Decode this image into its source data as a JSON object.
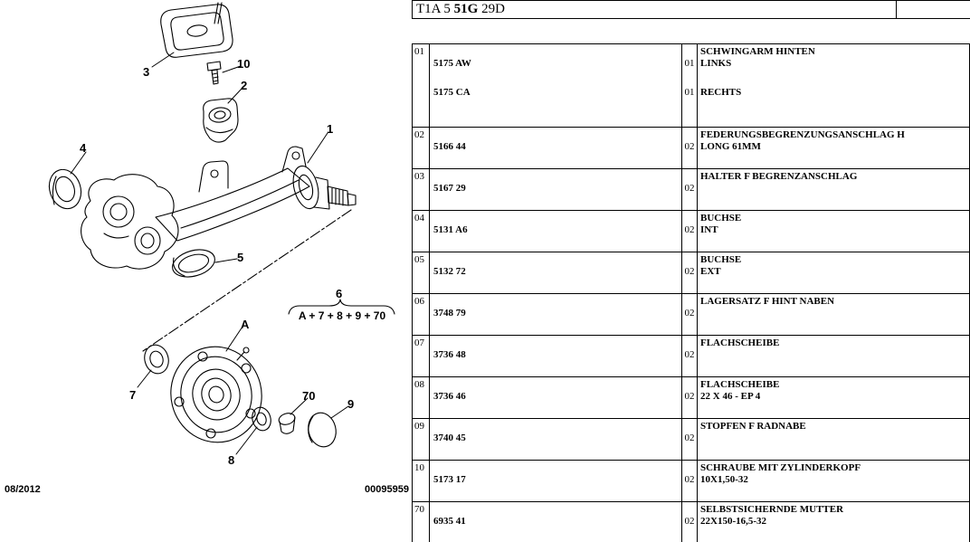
{
  "header": {
    "title_prefix": "T1A 5",
    "title_code": "51G",
    "title_suffix": "29D"
  },
  "diagram": {
    "callouts": [
      {
        "id": "3"
      },
      {
        "id": "10"
      },
      {
        "id": "2"
      },
      {
        "id": "1"
      },
      {
        "id": "4"
      },
      {
        "id": "5"
      },
      {
        "id": "6"
      },
      {
        "id": "A"
      },
      {
        "id": "7"
      },
      {
        "id": "70"
      },
      {
        "id": "9"
      },
      {
        "id": "8"
      }
    ],
    "formula": "A + 7 + 8 + 9 + 70",
    "date": "08/2012",
    "doc_number": "00095959"
  },
  "table": {
    "rows": [
      {
        "pos": "01",
        "name": "SCHWINGARM HINTEN",
        "entries": [
          {
            "number": "5175 AW",
            "qty": "01",
            "note": "LINKS"
          },
          {
            "number": "5175 CA",
            "qty": "01",
            "note": "RECHTS"
          }
        ]
      },
      {
        "pos": "02",
        "name": "FEDERUNGSBEGRENZUNGSANSCHLAG H",
        "entries": [
          {
            "number": "5166 44",
            "qty": "02",
            "note": "LONG 61MM"
          }
        ]
      },
      {
        "pos": "03",
        "name": "HALTER F BEGRENZANSCHLAG",
        "entries": [
          {
            "number": "5167 29",
            "qty": "02",
            "note": ""
          }
        ]
      },
      {
        "pos": "04",
        "name": "BUCHSE",
        "entries": [
          {
            "number": "5131 A6",
            "qty": "02",
            "note": "INT"
          }
        ]
      },
      {
        "pos": "05",
        "name": "BUCHSE",
        "entries": [
          {
            "number": "5132 72",
            "qty": "02",
            "note": "EXT"
          }
        ]
      },
      {
        "pos": "06",
        "name": "LAGERSATZ F HINT NABEN",
        "entries": [
          {
            "number": "3748 79",
            "qty": "02",
            "note": ""
          }
        ]
      },
      {
        "pos": "07",
        "name": "FLACHSCHEIBE",
        "entries": [
          {
            "number": "3736 48",
            "qty": "02",
            "note": ""
          }
        ]
      },
      {
        "pos": "08",
        "name": "FLACHSCHEIBE",
        "entries": [
          {
            "number": "3736 46",
            "qty": "02",
            "note": "22 X 46 - EP 4"
          }
        ]
      },
      {
        "pos": "09",
        "name": "STOPFEN F RADNABE",
        "entries": [
          {
            "number": "3740 45",
            "qty": "02",
            "note": ""
          }
        ]
      },
      {
        "pos": "10",
        "name": "SCHRAUBE MIT ZYLINDERKOPF",
        "entries": [
          {
            "number": "5173 17",
            "qty": "02",
            "note": "10X1,50-32"
          }
        ]
      },
      {
        "pos": "70",
        "name": "SELBSTSICHERNDE MUTTER",
        "entries": [
          {
            "number": "6935 41",
            "qty": "02",
            "note": "22X150-16,5-32"
          }
        ]
      }
    ]
  }
}
